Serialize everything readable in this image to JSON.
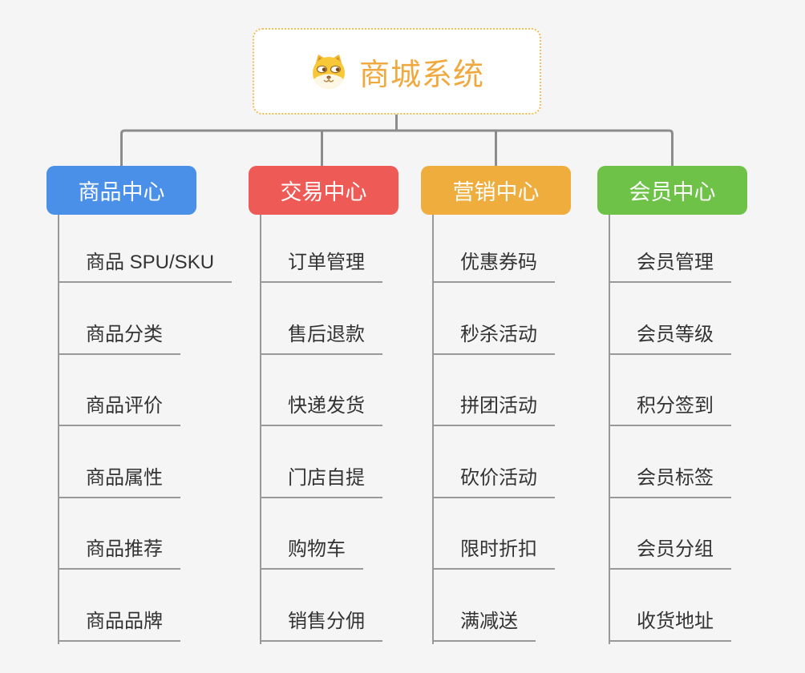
{
  "app": {
    "background_color": "#f5f5f6",
    "connector_color": "#8c8c8c",
    "underline_color": "#999999",
    "item_text_color": "#333333"
  },
  "root": {
    "title": "商城系统",
    "icon": "dog-face-icon",
    "text_color": "#f0a93f",
    "border_color": "#f5bc55",
    "fill": "#ffffff"
  },
  "branches": [
    {
      "id": "goods",
      "label": "商品中心",
      "color": "#4a8fe8",
      "items": [
        "商品 SPU/SKU",
        "商品分类",
        "商品评价",
        "商品属性",
        "商品推荐",
        "商品品牌"
      ]
    },
    {
      "id": "trade",
      "label": "交易中心",
      "color": "#ee5a55",
      "items": [
        "订单管理",
        "售后退款",
        "快递发货",
        "门店自提",
        "购物车",
        "销售分佣"
      ]
    },
    {
      "id": "marketing",
      "label": "营销中心",
      "color": "#efad3e",
      "items": [
        "优惠券码",
        "秒杀活动",
        "拼团活动",
        "砍价活动",
        "限时折扣",
        "满减送"
      ]
    },
    {
      "id": "member",
      "label": "会员中心",
      "color": "#6dc247",
      "items": [
        "会员管理",
        "会员等级",
        "积分签到",
        "会员标签",
        "会员分组",
        "收货地址"
      ]
    }
  ]
}
